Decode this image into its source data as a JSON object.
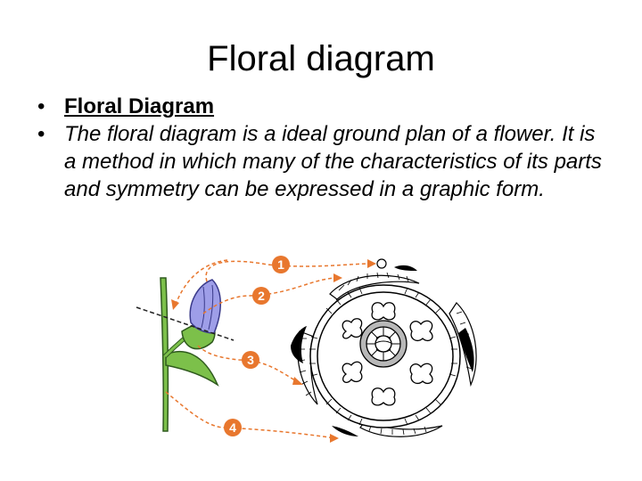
{
  "slide": {
    "title": "Floral diagram",
    "bullets": [
      {
        "bullet_glyph": "•",
        "text": "Floral Diagram",
        "style": "bold-underline"
      },
      {
        "bullet_glyph": "•",
        "text": "The floral diagram is a ideal ground plan of a flower. It is a method in which many of the characteristics of its parts and symmetry can be expressed in a graphic form.",
        "style": "italic"
      }
    ]
  },
  "figure": {
    "markers": [
      {
        "number": "1"
      },
      {
        "number": "2"
      },
      {
        "number": "3"
      },
      {
        "number": "4"
      }
    ],
    "colors": {
      "arrow": "#e8772e",
      "marker_fill": "#e8772e",
      "marker_text": "#ffffff",
      "stem": "#7cc04a",
      "stem_outline": "#2f5a1e",
      "petal": "#9e9ee8",
      "petal_outline": "#3a3a8a",
      "diagram_stroke": "#000000"
    }
  }
}
